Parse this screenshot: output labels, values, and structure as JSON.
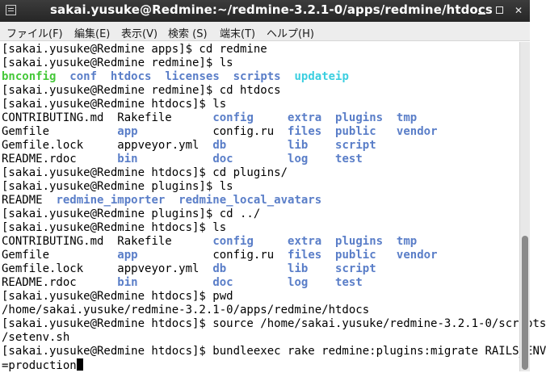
{
  "window": {
    "title": "sakai.yusuke@Redmine:~/redmine-3.2.1-0/apps/redmine/htdocs",
    "controls": {
      "minimize": "",
      "maximize": "",
      "close": "✕"
    }
  },
  "menu": {
    "items": [
      "ファイル(F)",
      "編集(E)",
      "表示(V)",
      "検索 (S)",
      "端末(T)",
      "ヘルプ(H)"
    ]
  },
  "colors": {
    "directory": "#5a7ec8",
    "executable": "#46c83a",
    "symlink_or_special": "#3ccfe0",
    "titlebar": "#2e2e2e"
  },
  "terminal": {
    "lines": [
      [
        {
          "t": "[sakai.yusuke@Redmine apps]$ cd redmine"
        }
      ],
      [
        {
          "t": "[sakai.yusuke@Redmine redmine]$ ls"
        }
      ],
      [
        {
          "t": "bnconfig",
          "s": "green"
        },
        {
          "t": "  "
        },
        {
          "t": "conf",
          "s": "dir"
        },
        {
          "t": "  "
        },
        {
          "t": "htdocs",
          "s": "dir"
        },
        {
          "t": "  "
        },
        {
          "t": "licenses",
          "s": "dir"
        },
        {
          "t": "  "
        },
        {
          "t": "scripts",
          "s": "dir"
        },
        {
          "t": "  "
        },
        {
          "t": "updateip",
          "s": "cyan"
        }
      ],
      [
        {
          "t": "[sakai.yusuke@Redmine redmine]$ cd htdocs"
        }
      ],
      [
        {
          "t": "[sakai.yusuke@Redmine htdocs]$ ls"
        }
      ],
      [
        {
          "c": 0,
          "t": "CONTRIBUTING.md"
        },
        {
          "c": 17,
          "t": "Rakefile"
        },
        {
          "c": 31,
          "t": "config",
          "s": "dir"
        },
        {
          "c": 42,
          "t": "extra",
          "s": "dir"
        },
        {
          "c": 49,
          "t": "plugins",
          "s": "dir"
        },
        {
          "c": 58,
          "t": "tmp",
          "s": "dir"
        }
      ],
      [
        {
          "c": 0,
          "t": "Gemfile"
        },
        {
          "c": 17,
          "t": "app",
          "s": "dir"
        },
        {
          "c": 31,
          "t": "config.ru"
        },
        {
          "c": 42,
          "t": "files",
          "s": "dir"
        },
        {
          "c": 49,
          "t": "public",
          "s": "dir"
        },
        {
          "c": 58,
          "t": "vendor",
          "s": "dir"
        }
      ],
      [
        {
          "c": 0,
          "t": "Gemfile.lock"
        },
        {
          "c": 17,
          "t": "appveyor.yml"
        },
        {
          "c": 31,
          "t": "db",
          "s": "dir"
        },
        {
          "c": 42,
          "t": "lib",
          "s": "dir"
        },
        {
          "c": 49,
          "t": "script",
          "s": "dir"
        }
      ],
      [
        {
          "c": 0,
          "t": "README.rdoc"
        },
        {
          "c": 17,
          "t": "bin",
          "s": "dir"
        },
        {
          "c": 31,
          "t": "doc",
          "s": "dir"
        },
        {
          "c": 42,
          "t": "log",
          "s": "dir"
        },
        {
          "c": 49,
          "t": "test",
          "s": "dir"
        }
      ],
      [
        {
          "t": "[sakai.yusuke@Redmine htdocs]$ cd plugins/"
        }
      ],
      [
        {
          "t": "[sakai.yusuke@Redmine plugins]$ ls"
        }
      ],
      [
        {
          "t": "README  "
        },
        {
          "t": "redmine_importer",
          "s": "dir"
        },
        {
          "t": "  "
        },
        {
          "t": "redmine_local_avatars",
          "s": "dir"
        }
      ],
      [
        {
          "t": "[sakai.yusuke@Redmine plugins]$ cd ../"
        }
      ],
      [
        {
          "t": "[sakai.yusuke@Redmine htdocs]$ ls"
        }
      ],
      [
        {
          "c": 0,
          "t": "CONTRIBUTING.md"
        },
        {
          "c": 17,
          "t": "Rakefile"
        },
        {
          "c": 31,
          "t": "config",
          "s": "dir"
        },
        {
          "c": 42,
          "t": "extra",
          "s": "dir"
        },
        {
          "c": 49,
          "t": "plugins",
          "s": "dir"
        },
        {
          "c": 58,
          "t": "tmp",
          "s": "dir"
        }
      ],
      [
        {
          "c": 0,
          "t": "Gemfile"
        },
        {
          "c": 17,
          "t": "app",
          "s": "dir"
        },
        {
          "c": 31,
          "t": "config.ru"
        },
        {
          "c": 42,
          "t": "files",
          "s": "dir"
        },
        {
          "c": 49,
          "t": "public",
          "s": "dir"
        },
        {
          "c": 58,
          "t": "vendor",
          "s": "dir"
        }
      ],
      [
        {
          "c": 0,
          "t": "Gemfile.lock"
        },
        {
          "c": 17,
          "t": "appveyor.yml"
        },
        {
          "c": 31,
          "t": "db",
          "s": "dir"
        },
        {
          "c": 42,
          "t": "lib",
          "s": "dir"
        },
        {
          "c": 49,
          "t": "script",
          "s": "dir"
        }
      ],
      [
        {
          "c": 0,
          "t": "README.rdoc"
        },
        {
          "c": 17,
          "t": "bin",
          "s": "dir"
        },
        {
          "c": 31,
          "t": "doc",
          "s": "dir"
        },
        {
          "c": 42,
          "t": "log",
          "s": "dir"
        },
        {
          "c": 49,
          "t": "test",
          "s": "dir"
        }
      ],
      [
        {
          "t": "[sakai.yusuke@Redmine htdocs]$ pwd"
        }
      ],
      [
        {
          "t": "/home/sakai.yusuke/redmine-3.2.1-0/apps/redmine/htdocs"
        }
      ],
      [
        {
          "t": "[sakai.yusuke@Redmine htdocs]$ source /home/sakai.yusuke/redmine-3.2.1-0/scripts"
        }
      ],
      [
        {
          "t": "/setenv.sh"
        }
      ],
      [
        {
          "t": "[sakai.yusuke@Redmine htdocs]$ bundleexec rake redmine:plugins:migrate RAILS_ENV"
        }
      ],
      [
        {
          "t": "=production"
        }
      ]
    ]
  }
}
